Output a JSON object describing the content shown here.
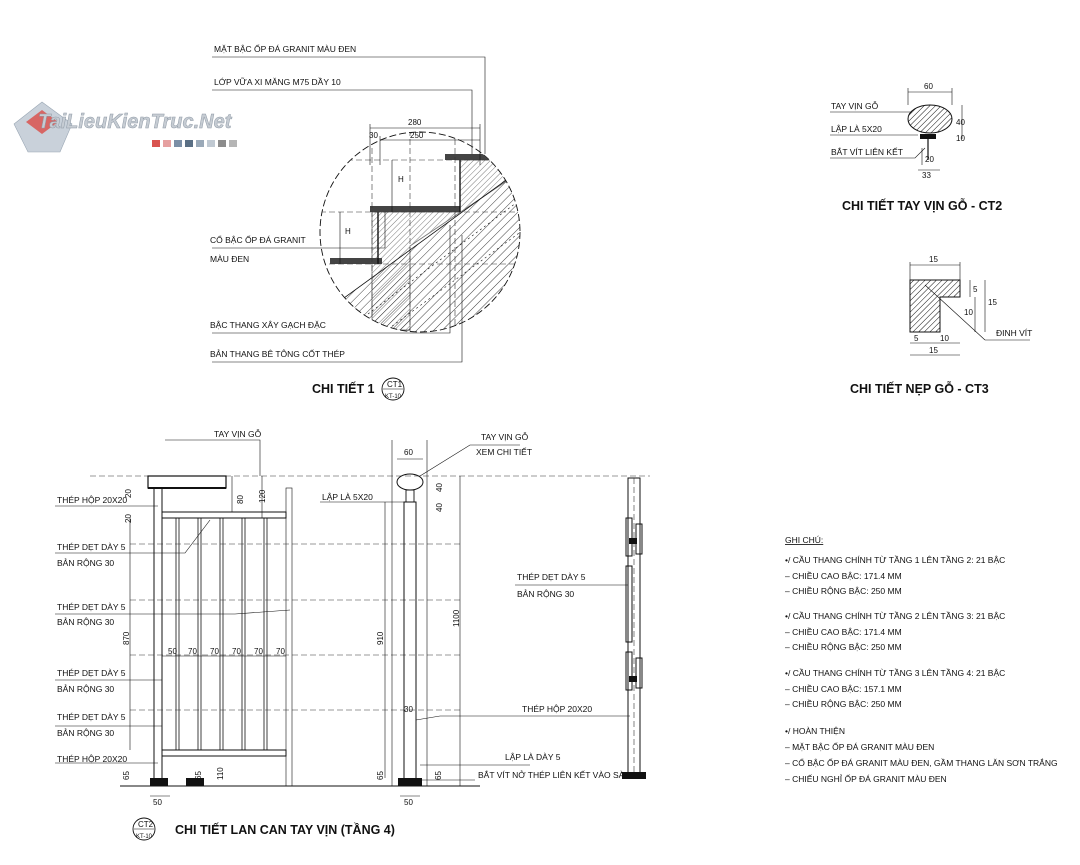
{
  "watermark": {
    "text": "TaiLieuKienTruc.Net",
    "swatch_colors": [
      "#d9534f",
      "#e6a0a0",
      "#7b8fa6",
      "#5a6f84",
      "#9aa9b8",
      "#c0c9d2",
      "#8c8c8c",
      "#b5b5b5"
    ]
  },
  "detail1": {
    "labels": {
      "finish_top": "MẶT BẬC ỐP ĐÁ GRANIT MÀU ĐEN",
      "mortar": "LỚP VỮA XI MĂNG M75 DẦY 10",
      "riser_1": "CỔ BẬC ỐP ĐÁ GRANIT",
      "riser_2": "MÀU ĐEN",
      "brick": "BẬC THANG XÂY GẠCH ĐẶC",
      "slab": "BẢN THANG BÊ TÔNG CỐT THÉP"
    },
    "dims": {
      "d280": "280",
      "d250": "250",
      "d30": "30",
      "h1": "H",
      "h2": "H"
    },
    "title": "CHI TIẾT 1",
    "tag_top": "CT1",
    "tag_bottom": "KT-10"
  },
  "ct2": {
    "labels": {
      "handrail": "TAY VỊN GỖ",
      "flat": "LẬP LÀ 5X20",
      "screw": "BẮT VÍT LIÊN KẾT"
    },
    "dims": {
      "d60": "60",
      "d40": "40",
      "d10": "10",
      "d20": "20",
      "d33": "33"
    },
    "title": "CHI TIẾT TAY VỊN GỖ - CT2"
  },
  "ct3": {
    "labels": {
      "screw": "ĐINH VÍT"
    },
    "dims": {
      "top15": "15",
      "r5": "5",
      "r15": "15",
      "r10": "10",
      "b5": "5",
      "b10": "10",
      "b15": "15"
    },
    "title": "CHI TIẾT NẸP GỖ - CT3"
  },
  "railing": {
    "elev_labels": {
      "handrail": "TAY VỊN GỖ",
      "box_top": "THÉP HỘP 20X20",
      "flat_a1": "THÉP DẸT DÀY 5",
      "flat_a2": "BẢN RỘNG 30",
      "flat_b1": "THÉP DẸT DÀY 5",
      "flat_b2": "BẢN RỘNG 30",
      "flat_c1": "THÉP DẸT DÀY 5",
      "flat_c2": "BẢN RỘNG 30",
      "flat_d1": "THÉP DẸT DÀY 5",
      "flat_d2": "BẢN RỘNG 30",
      "box_bottom": "THÉP HỘP 20X20"
    },
    "elev_dims": {
      "d80": "80",
      "d120": "120",
      "d20a": "20",
      "d20b": "20",
      "d870": "870",
      "d65a": "65",
      "d65b": "65",
      "d110": "110",
      "d50": "50",
      "spacing": [
        "50",
        "70",
        "70",
        "70",
        "70",
        "70"
      ]
    },
    "section_labels": {
      "handrail": "TAY VỊN GỖ",
      "see_detail": "XEM CHI TIẾT",
      "flat": "LẬP LÀ 5X20",
      "box": "THÉP HỘP 20X20",
      "plate": "LẬP LÀ DÀY 5",
      "anchor": "BẮT VÍT NỞ THÉP LIÊN KẾT VÀO SÀN"
    },
    "section_dims": {
      "d60": "60",
      "d40a": "40",
      "d40b": "40",
      "d910": "910",
      "d1100": "1100",
      "d30": "30",
      "d65": "65",
      "d65b": "65",
      "d50": "50"
    },
    "post_labels": {
      "flat1": "THÉP DẸT DÀY 5",
      "flat2": "BẢN RỘNG 30"
    },
    "title": "CHI TIẾT LAN CAN TAY VỊN (TẦNG 4)",
    "tag_top": "CT2",
    "tag_bottom": "KT-10"
  },
  "notes": {
    "heading": "GHI CHÚ:",
    "lines": [
      "•/  CẦU THANG CHÍNH TỪ TẦNG 1 LÊN TẦNG 2: 21 BẬC",
      "– CHIỀU CAO BẬC: 171.4 MM",
      "– CHIỀU RỘNG BẬC: 250 MM",
      "•/ CẦU THANG CHÍNH TỪ TẦNG 2 LÊN TẦNG 3: 21 BẬC",
      "– CHIỀU CAO BẬC: 171.4 MM",
      "– CHIỀU RỘNG BẬC: 250 MM",
      "•/  CẦU THANG CHÍNH TỪ TẦNG 3 LÊN TẦNG 4: 21 BẬC",
      "– CHIỀU CAO BẬC: 157.1 MM",
      "– CHIỀU RỘNG BẬC: 250 MM",
      "•/  HOÀN THIỆN",
      "– MẶT BẬC ỐP ĐÁ GRANIT MÀU ĐEN",
      "– CỔ BẬC ỐP ĐÁ GRANIT MÀU ĐEN, GẦM THANG LĂN SƠN TRẮNG",
      "– CHIẾU NGHỈ ỐP ĐÁ GRANIT MÀU ĐEN"
    ]
  }
}
